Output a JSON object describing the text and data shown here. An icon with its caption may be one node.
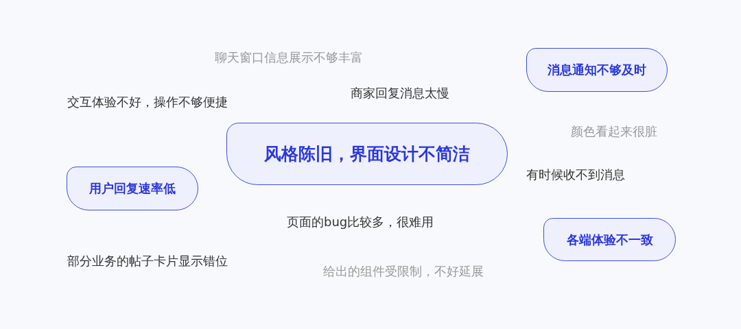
{
  "diagram": {
    "nodes": [
      {
        "text": [
          "消息通知不够及时"
        ]
      },
      {
        "text": [
          "风格陈旧，界面设计不简洁"
        ]
      },
      {
        "text": [
          "用户回复速率低"
        ]
      },
      {
        "text": [
          "各端体验不一致"
        ]
      }
    ],
    "labels": [
      "聊天窗口信息展示不够丰富",
      "交互体验不好，操作不够便捷",
      "商家回复消息太慢",
      "颜色看起来很脏",
      "有时候收不到消息",
      "页面的bug比较多，很难用",
      "部分业务的帖子卡片显示错位",
      "给出的组件受限制，不好延展"
    ]
  }
}
